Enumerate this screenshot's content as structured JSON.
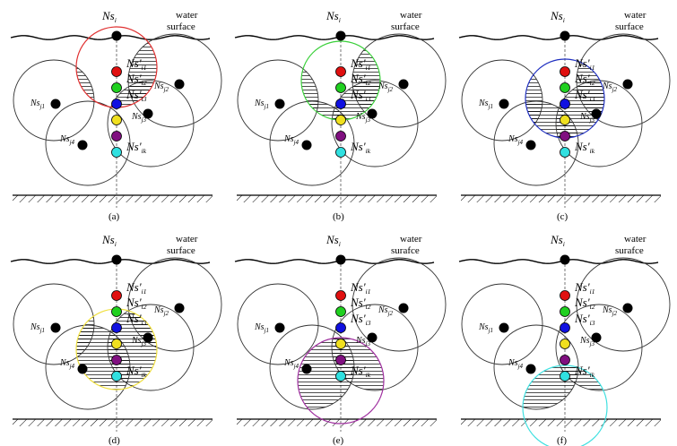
{
  "panels": [
    {
      "caption": "(a)",
      "water_line1": "water",
      "water_line2": "surface",
      "top_node": "Ns_i",
      "stack_labels": [
        "Ns'_i1",
        "Ns'_i2",
        "Ns'_i3",
        "Ns'_ik"
      ],
      "neighbor_labels": [
        "Ns_j1",
        "Ns_j2",
        "Ns_j3",
        "Ns_j4"
      ],
      "highlight_color": "#e03030",
      "highlight_node": 0
    },
    {
      "caption": "(b)",
      "water_line1": "water",
      "water_line2": "surface",
      "top_node": "Ns_i",
      "stack_labels": [
        "Ns'_i1",
        "Ns'_i2",
        "Ns'_i3",
        "Ns'_ik"
      ],
      "neighbor_labels": [
        "Ns_j1",
        "Ns_j2",
        "Ns_j3",
        "Ns_j4"
      ],
      "highlight_color": "#3ad03a",
      "highlight_node": 1
    },
    {
      "caption": "(c)",
      "water_line1": "water",
      "water_line2": "surface",
      "top_node": "Ns_i",
      "stack_labels": [
        "Ns'_i1",
        "Ns'_i2",
        "Ns'_i3",
        "Ns'_ik"
      ],
      "neighbor_labels": [
        "Ns_j1",
        "Ns_j2",
        "Ns_j3",
        "Ns_j4"
      ],
      "highlight_color": "#2030c0",
      "highlight_node": 2
    },
    {
      "caption": "(d)",
      "water_line1": "water",
      "water_line2": "surface",
      "top_node": "Ns_i",
      "stack_labels": [
        "Ns'_i1",
        "Ns'_i2",
        "Ns'_i3",
        "Ns'_ik"
      ],
      "neighbor_labels": [
        "Ns_j1",
        "Ns_j2",
        "Ns_j3",
        "Ns_j4"
      ],
      "highlight_color": "#f0e040",
      "highlight_node": 3
    },
    {
      "caption": "(e)",
      "water_line1": "water",
      "water_line2": "surafce",
      "top_node": "Ns_i",
      "stack_labels": [
        "Ns'_i1",
        "Ns'_i2",
        "Ns'_i3",
        "Ns'_ik"
      ],
      "neighbor_labels": [
        "Ns_j1",
        "Ns_j2",
        "Ns_j3",
        "Ns_j4"
      ],
      "highlight_color": "#a030a0",
      "highlight_node": 4
    },
    {
      "caption": "(f)",
      "water_line1": "water",
      "water_line2": "surafce",
      "top_node": "Ns_i",
      "stack_labels": [
        "Ns'_i1",
        "Ns'_i2",
        "Ns'_i3",
        "Ns'_ik"
      ],
      "neighbor_labels": [
        "Ns_j1",
        "Ns_j2",
        "Ns_j3",
        "Ns_j4"
      ],
      "highlight_color": "#40e0e0",
      "highlight_node": 5
    }
  ],
  "node_colors": [
    "#e01010",
    "#20d020",
    "#1010e0",
    "#f0e020",
    "#801080",
    "#30e0e0"
  ],
  "neighbor_color": "#000000"
}
